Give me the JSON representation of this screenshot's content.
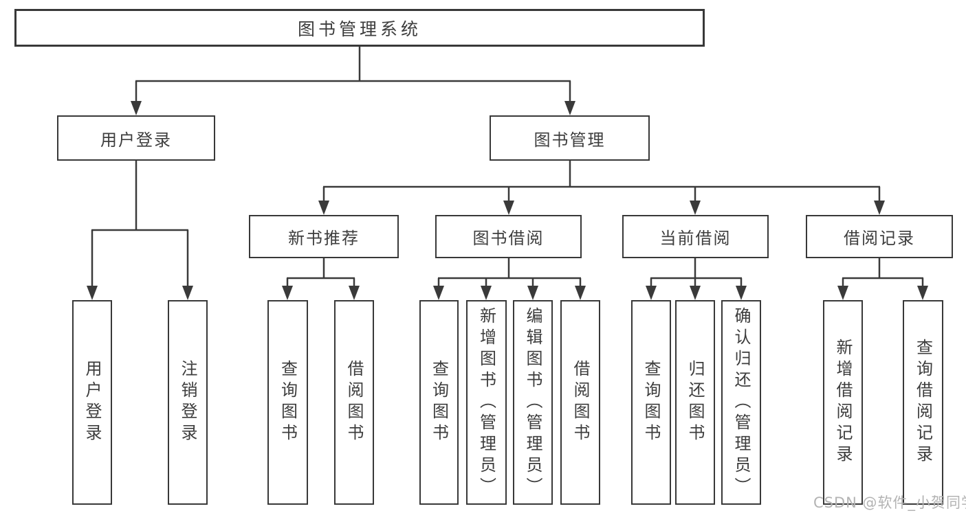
{
  "diagram_title": "图书管理系统",
  "watermark": "CSDN @软件_小贺同学",
  "colors": {
    "line": "#3a3a3a",
    "box_border": "#383838",
    "text": "#3d3d3d",
    "watermark": "#b3b3b3",
    "background": "#ffffff"
  },
  "tree": {
    "label": "图书管理系统",
    "children": [
      {
        "label": "用户登录",
        "children": [
          {
            "label": "用户登录"
          },
          {
            "label": "注销登录"
          }
        ]
      },
      {
        "label": "图书管理",
        "children": [
          {
            "label": "新书推荐",
            "children": [
              {
                "label": "查询图书"
              },
              {
                "label": "借阅图书"
              }
            ]
          },
          {
            "label": "图书借阅",
            "children": [
              {
                "label": "查询图书"
              },
              {
                "label": "新增图书（管理员）"
              },
              {
                "label": "编辑图书（管理员）"
              },
              {
                "label": "借阅图书"
              }
            ]
          },
          {
            "label": "当前借阅",
            "children": [
              {
                "label": "查询图书"
              },
              {
                "label": "归还图书"
              },
              {
                "label": "确认归还（管理员）"
              }
            ]
          },
          {
            "label": "借阅记录",
            "children": [
              {
                "label": "新增借阅记录"
              },
              {
                "label": "查询借阅记录"
              }
            ]
          }
        ]
      }
    ]
  }
}
